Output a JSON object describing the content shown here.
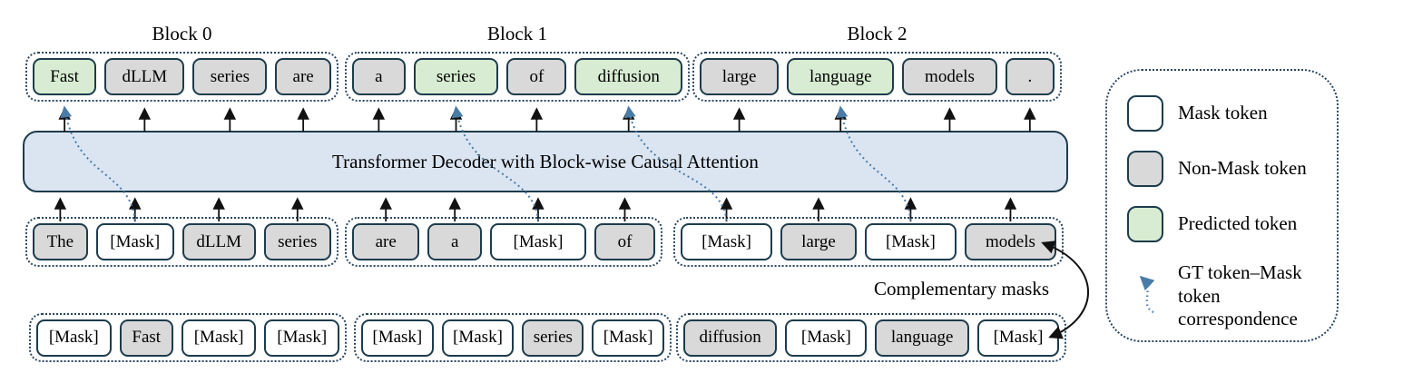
{
  "block_labels": [
    "Block 0",
    "Block 1",
    "Block 2"
  ],
  "decoder": {
    "label": "Transformer Decoder with Block-wise Causal Attention"
  },
  "output_row": {
    "groups": [
      {
        "tokens": [
          {
            "text": "Fast",
            "type": "predicted"
          },
          {
            "text": "dLLM",
            "type": "non_mask"
          },
          {
            "text": "series",
            "type": "non_mask"
          },
          {
            "text": "are",
            "type": "non_mask"
          }
        ]
      },
      {
        "tokens": [
          {
            "text": "a",
            "type": "non_mask"
          },
          {
            "text": "series",
            "type": "predicted"
          },
          {
            "text": "of",
            "type": "non_mask"
          },
          {
            "text": "diffusion",
            "type": "predicted"
          }
        ]
      },
      {
        "tokens": [
          {
            "text": "large",
            "type": "non_mask"
          },
          {
            "text": "language",
            "type": "predicted"
          },
          {
            "text": "models",
            "type": "non_mask"
          },
          {
            "text": ".",
            "type": "non_mask"
          }
        ]
      }
    ]
  },
  "input_row": {
    "groups": [
      {
        "tokens": [
          {
            "text": "The",
            "type": "non_mask"
          },
          {
            "text": "[Mask]",
            "type": "mask"
          },
          {
            "text": "dLLM",
            "type": "non_mask"
          },
          {
            "text": "series",
            "type": "non_mask"
          }
        ]
      },
      {
        "tokens": [
          {
            "text": "are",
            "type": "non_mask"
          },
          {
            "text": "a",
            "type": "non_mask"
          },
          {
            "text": "[Mask]",
            "type": "mask"
          },
          {
            "text": "of",
            "type": "non_mask"
          }
        ]
      },
      {
        "tokens": [
          {
            "text": "[Mask]",
            "type": "mask"
          },
          {
            "text": "large",
            "type": "non_mask"
          },
          {
            "text": "[Mask]",
            "type": "mask"
          },
          {
            "text": "models",
            "type": "non_mask"
          }
        ]
      }
    ]
  },
  "complementary_row": {
    "label": "Complementary masks",
    "groups": [
      {
        "tokens": [
          {
            "text": "[Mask]",
            "type": "mask"
          },
          {
            "text": "Fast",
            "type": "non_mask"
          },
          {
            "text": "[Mask]",
            "type": "mask"
          },
          {
            "text": "[Mask]",
            "type": "mask"
          }
        ]
      },
      {
        "tokens": [
          {
            "text": "[Mask]",
            "type": "mask"
          },
          {
            "text": "[Mask]",
            "type": "mask"
          },
          {
            "text": "series",
            "type": "non_mask"
          },
          {
            "text": "[Mask]",
            "type": "mask"
          }
        ]
      },
      {
        "tokens": [
          {
            "text": "diffusion",
            "type": "non_mask"
          },
          {
            "text": "[Mask]",
            "type": "mask"
          },
          {
            "text": "language",
            "type": "non_mask"
          },
          {
            "text": "[Mask]",
            "type": "mask"
          }
        ]
      }
    ]
  },
  "correspondences": [
    {
      "from": [
        0,
        1
      ],
      "to": [
        0,
        0
      ]
    },
    {
      "from": [
        1,
        2
      ],
      "to": [
        1,
        1
      ]
    },
    {
      "from": [
        2,
        0
      ],
      "to": [
        1,
        3
      ]
    },
    {
      "from": [
        2,
        2
      ],
      "to": [
        2,
        1
      ]
    }
  ],
  "legend": {
    "items": [
      {
        "swatch": "mask",
        "label": "Mask token"
      },
      {
        "swatch": "non_mask",
        "label": "Non-Mask token"
      },
      {
        "swatch": "predicted",
        "label": "Predicted token"
      },
      {
        "swatch": "arrow",
        "label": "GT token–Mask token correspondence"
      }
    ]
  },
  "colors": {
    "mask": "#ffffff",
    "non_mask": "#d9d9d9",
    "predicted": "#d7ecd2",
    "decoder_fill": "#dbe5f2",
    "box_border": "#1d3c4c",
    "dotted_border": "#2a4660",
    "correspondence": "#4a7ca8",
    "arrow_black": "#111111"
  }
}
